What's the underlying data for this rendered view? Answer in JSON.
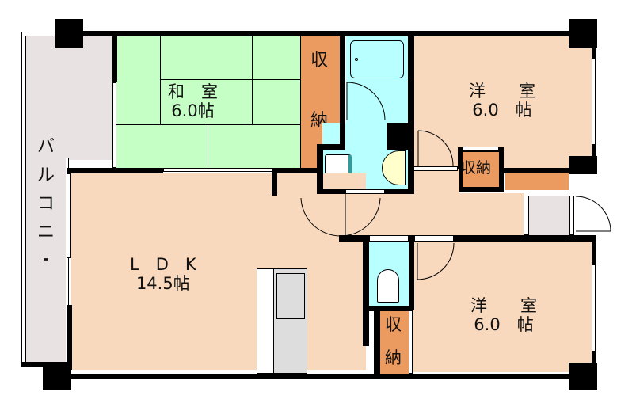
{
  "floorplan": {
    "colors": {
      "western_room": "#f8d9bd",
      "tatami": "#c6ffc6",
      "storage": "#eb9a60",
      "wet_area": "#b8ffff",
      "balcony": "#e8e2e2",
      "entrance": "#e8e2e2",
      "wall": "#000000",
      "sink": "#ffffcc",
      "kitchen": "#dddddd"
    },
    "rooms": [
      {
        "id": "washitsu",
        "name": "和　室",
        "size": "6.0帖"
      },
      {
        "id": "youshitsu-north",
        "name": "洋　　室",
        "size": "6.0　帖"
      },
      {
        "id": "youshitsu-south",
        "name": "洋　　室",
        "size": "6.0　帖"
      },
      {
        "id": "ldk",
        "name": "L　D　K",
        "size": "14.5帖"
      }
    ],
    "storage": [
      {
        "id": "storage-washitsu",
        "label_top": "収",
        "label_bottom": "納"
      },
      {
        "id": "storage-youshitsu-north",
        "label": "収納"
      },
      {
        "id": "storage-youshitsu-south",
        "label_top": "収",
        "label_bottom": "納"
      }
    ],
    "balcony": {
      "label": [
        "バ",
        "ル",
        "コ",
        "ニ",
        "ー"
      ]
    }
  }
}
